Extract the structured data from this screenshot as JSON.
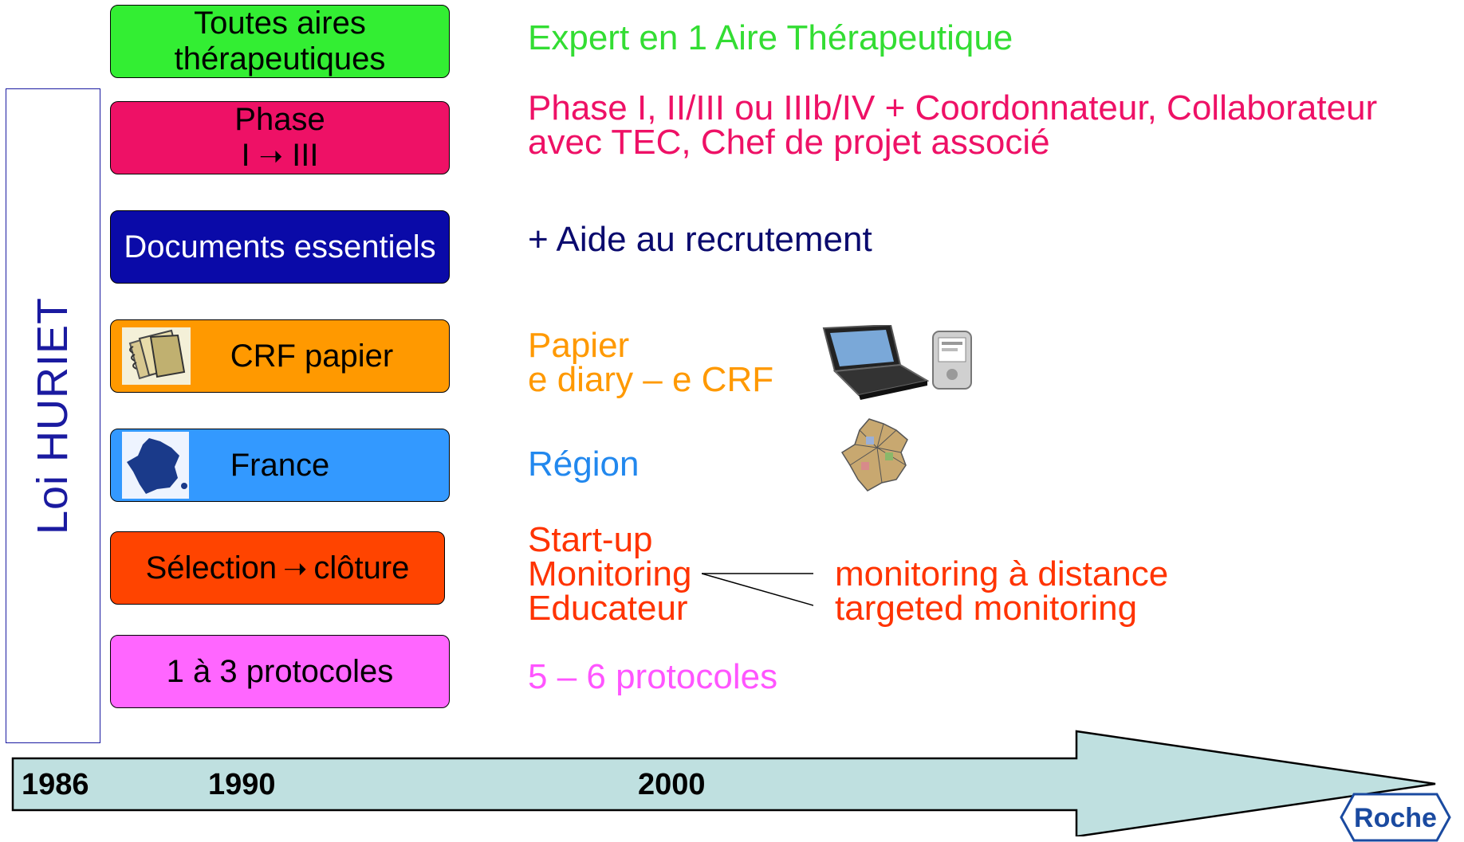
{
  "side_label": "Loi HURIET",
  "rows": [
    {
      "box_lines": [
        "Toutes aires",
        "thérapeutiques"
      ],
      "box_color": "#33ee33",
      "desc_lines": [
        "Expert en 1 Aire Thérapeutique"
      ],
      "desc_color": "#33dd33"
    },
    {
      "box_lines": [
        "Phase",
        "I",
        "III"
      ],
      "box_color": "#ee1166",
      "desc_lines": [
        "Phase I, II/III ou IIIb/IV + Coordonnateur, Collaborateur",
        "avec TEC, Chef de projet associé"
      ],
      "desc_color": "#ee1166"
    },
    {
      "box_lines": [
        "Documents essentiels"
      ],
      "box_color": "#0a0aa8",
      "box_text_color": "#ffffff",
      "desc_lines": [
        "+ Aide au recrutement"
      ],
      "desc_color": "#0a0a6e"
    },
    {
      "box_lines": [
        "CRF papier"
      ],
      "box_color": "#ff9900",
      "desc_lines": [
        "Papier",
        "e diary – e CRF"
      ],
      "desc_color": "#ff9900"
    },
    {
      "box_lines": [
        "France"
      ],
      "box_color": "#3399ff",
      "desc_lines": [
        "Région"
      ],
      "desc_color": "#2288ee"
    },
    {
      "box_lines": [
        "Sélection",
        "clôture"
      ],
      "box_color": "#ff4400",
      "desc_lines": [
        "Start-up",
        "Monitoring",
        "Educateur"
      ],
      "desc_color": "#ff3300",
      "extra_lines": [
        "monitoring à distance",
        "targeted monitoring"
      ]
    },
    {
      "box_lines": [
        "1 à 3 protocoles"
      ],
      "box_color": "#ff66ff",
      "desc_lines": [
        "5 – 6 protocoles"
      ],
      "desc_color": "#ff55ff"
    }
  ],
  "timeline": {
    "years": [
      "1986",
      "1990",
      "2000"
    ],
    "fill": "#bfe0e0"
  },
  "logo": {
    "text": "Roche",
    "color": "#1a4aa0"
  }
}
